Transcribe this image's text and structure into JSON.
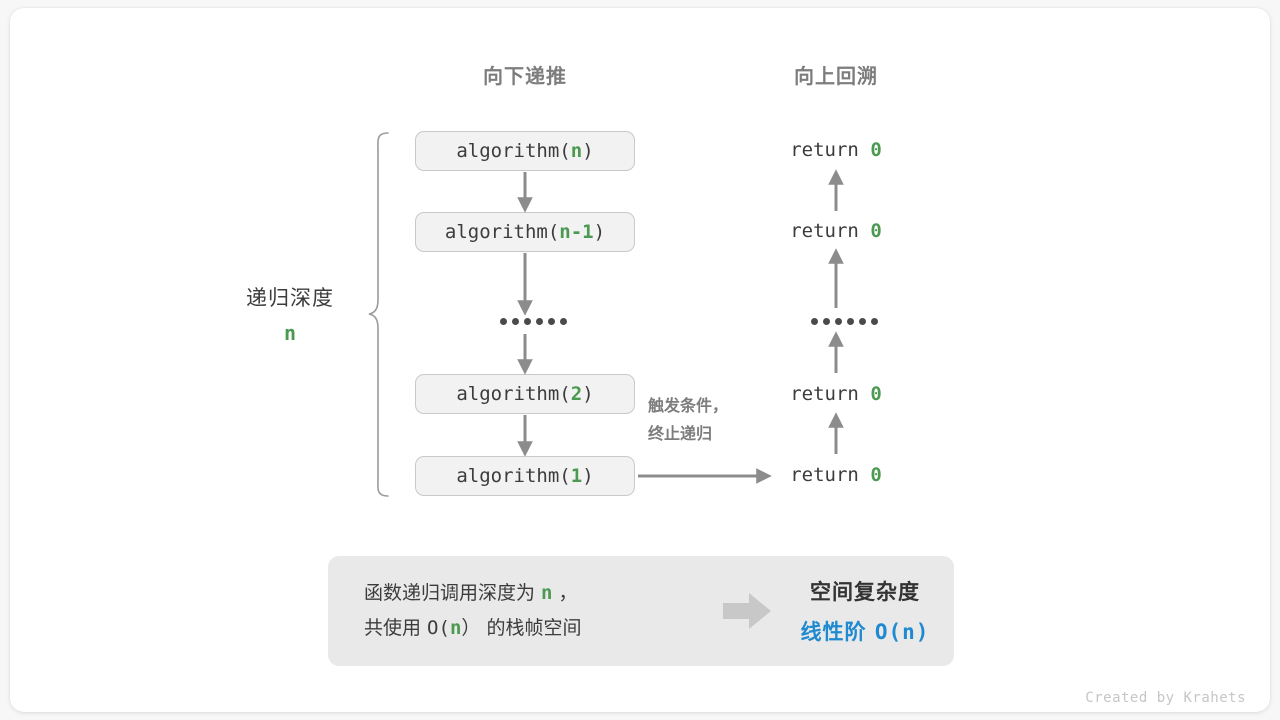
{
  "figure": {
    "background_color": "#f7f7f7",
    "card_color": "#ffffff",
    "accent_green": "#4c9a51",
    "accent_blue": "#1f8ad0",
    "gray_text": "#3c3c3c",
    "gray_muted": "#7d7d7d",
    "arrow_color": "#8c8c8c"
  },
  "headers": {
    "left": "向下递推",
    "right": "向上回溯"
  },
  "depth_label": {
    "title": "递归深度",
    "value": "n"
  },
  "call_stack": [
    {
      "name": "algorithm",
      "open": "algorithm(",
      "arg": "n",
      "close": ")"
    },
    {
      "name": "algorithm",
      "open": "algorithm(",
      "arg": "n-1",
      "close": ")"
    },
    {
      "ellipsis": "••••••"
    },
    {
      "name": "algorithm",
      "open": "algorithm(",
      "arg": "2",
      "close": ")"
    },
    {
      "name": "algorithm",
      "open": "algorithm(",
      "arg": "1",
      "close": ")"
    }
  ],
  "returns": [
    {
      "keyword": "return",
      "value": "0"
    },
    {
      "keyword": "return",
      "value": "0"
    },
    {
      "ellipsis": "••••••"
    },
    {
      "keyword": "return",
      "value": "0"
    },
    {
      "keyword": "return",
      "value": "0"
    }
  ],
  "terminate_note": {
    "line1": "触发条件，",
    "line2": "终止递归"
  },
  "summary": {
    "left_line1_a": "函数递归调用深度为 ",
    "left_line1_n": "n",
    "left_line1_b": " ，",
    "left_line2_a": "共使用 ",
    "left_line2_o": "O(",
    "left_line2_n": "n",
    "left_line2_c": "）",
    "left_line2_b": " 的栈帧空间",
    "arrow_icon": "right-block-arrow",
    "right_line1": "空间复杂度",
    "right_line2_a": "线性阶 ",
    "right_line2_b": "O(n)"
  },
  "credit": "Created by Krahets"
}
